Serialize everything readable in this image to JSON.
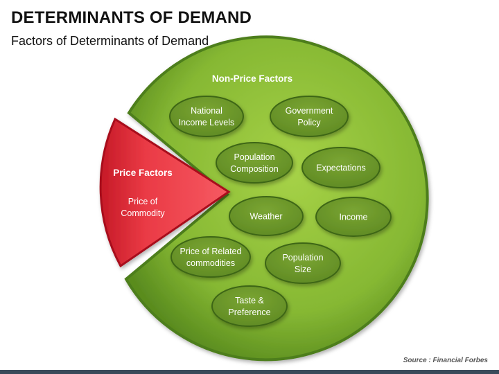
{
  "title": "DETERMINANTS OF DEMAND",
  "subtitle": "Factors of Determinants of Demand",
  "non_price": {
    "heading": "Non-Price Factors",
    "items": [
      [
        "National",
        "Income Levels"
      ],
      [
        "Government",
        "Policy"
      ],
      [
        "Population",
        "Composition"
      ],
      [
        "Expectations"
      ],
      [
        "Weather"
      ],
      [
        "Income"
      ],
      [
        "Price of Related",
        "commodities"
      ],
      [
        "Population",
        "Size"
      ],
      [
        "Taste &",
        "Preference"
      ]
    ]
  },
  "price": {
    "heading": "Price Factors",
    "item": [
      "Price of",
      "Commodity"
    ]
  },
  "source": "Source : Financial Forbes",
  "colors": {
    "green_light": "#9dcb3f",
    "green_dark": "#4d7e1a",
    "pill_fill": "#6f9a2c",
    "pill_border": "#3e6614",
    "red_light": "#f2505a",
    "red_dark": "#b8121f"
  }
}
